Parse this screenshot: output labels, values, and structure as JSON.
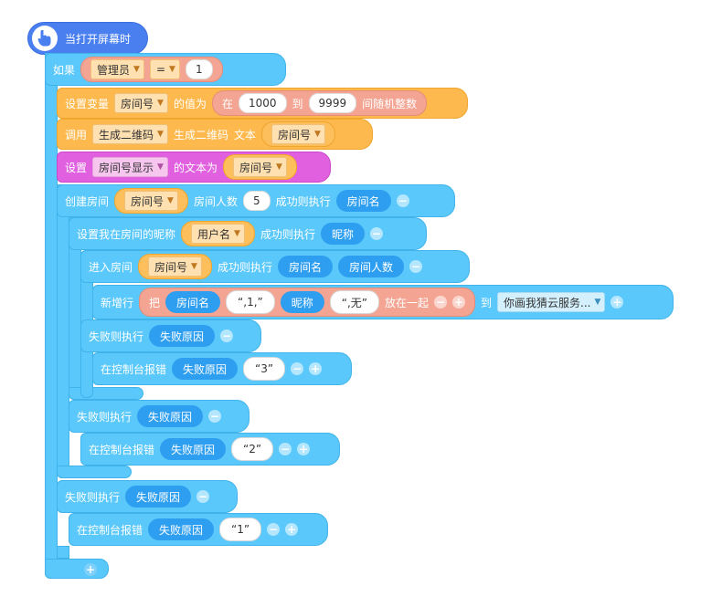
{
  "event": {
    "label": "当打开屏幕时",
    "icon": "hand-pointer-icon"
  },
  "if_block": {
    "label": "如果",
    "left": "管理员",
    "op": "=",
    "right": "1"
  },
  "set_var": {
    "label": "设置变量",
    "var": "房间号",
    "of": "的值为",
    "in": "在",
    "from": "1000",
    "to_label": "到",
    "to": "9999",
    "suffix": "间随机整数"
  },
  "call": {
    "label": "调用",
    "target": "生成二维码",
    "method": "生成二维码",
    "param_label": "文本",
    "param": "房间号"
  },
  "set_text": {
    "label": "设置",
    "target": "房间号显示",
    "of": "的文本为",
    "value": "房间号"
  },
  "create_room": {
    "label": "创建房间",
    "room": "房间号",
    "count_label": "房间人数",
    "count": "5",
    "success": "成功则执行",
    "result": "房间名"
  },
  "set_nick": {
    "label": "设置我在房间的昵称",
    "value": "用户名",
    "success": "成功则执行",
    "result": "昵称"
  },
  "enter_room": {
    "label": "进入房间",
    "room": "房间号",
    "success": "成功则执行",
    "r1": "房间名",
    "r2": "房间人数"
  },
  "add_row": {
    "label": "新增行",
    "put": "把",
    "items": [
      "房间名",
      "“,1,”",
      "昵称",
      "“,无”"
    ],
    "join": "放在一起",
    "to_label": "到",
    "target": "你画我猜云服务..."
  },
  "fail3": {
    "label": "失败则执行",
    "reason": "失败原因",
    "log": "在控制台报错",
    "code": "“3”"
  },
  "fail2": {
    "label": "失败则执行",
    "reason": "失败原因",
    "log": "在控制台报错",
    "code": "“2”"
  },
  "fail1": {
    "label": "失败则执行",
    "reason": "失败原因",
    "log": "在控制台报错",
    "code": "“1”"
  },
  "colors": {
    "event": "#4a7ff0",
    "control": "#5ac8fa",
    "variable": "#fdb94d",
    "component": "#e060e0",
    "param": "#2d9ef0"
  }
}
